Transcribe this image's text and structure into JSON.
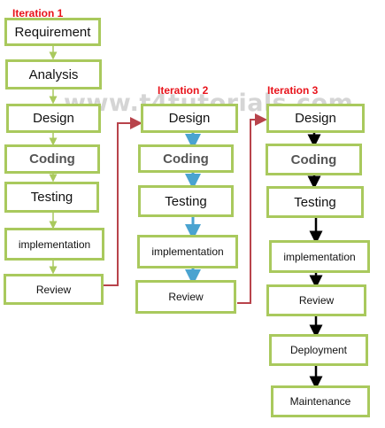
{
  "iterations": [
    {
      "title": "Iteration 1",
      "steps": [
        "Requirement",
        "Analysis",
        "Design",
        "Coding",
        "Testing",
        "implementation",
        "Review"
      ]
    },
    {
      "title": "Iteration 2",
      "steps": [
        "Design",
        "Coding",
        "Testing",
        "implementation",
        "Review"
      ]
    },
    {
      "title": "Iteration 3",
      "steps": [
        "Design",
        "Coding",
        "Testing",
        "implementation",
        "Review",
        "Deployment",
        "Maintenance"
      ]
    }
  ],
  "watermark": "www.t4tutorials.com",
  "colors": {
    "box_border": "#a9c95d",
    "iteration_title": "#e8131b",
    "arrow_iter1": "#a9c95d",
    "arrow_iter2": "#4aa3d0",
    "arrow_iter3": "#000000",
    "connector": "#b8434b"
  }
}
